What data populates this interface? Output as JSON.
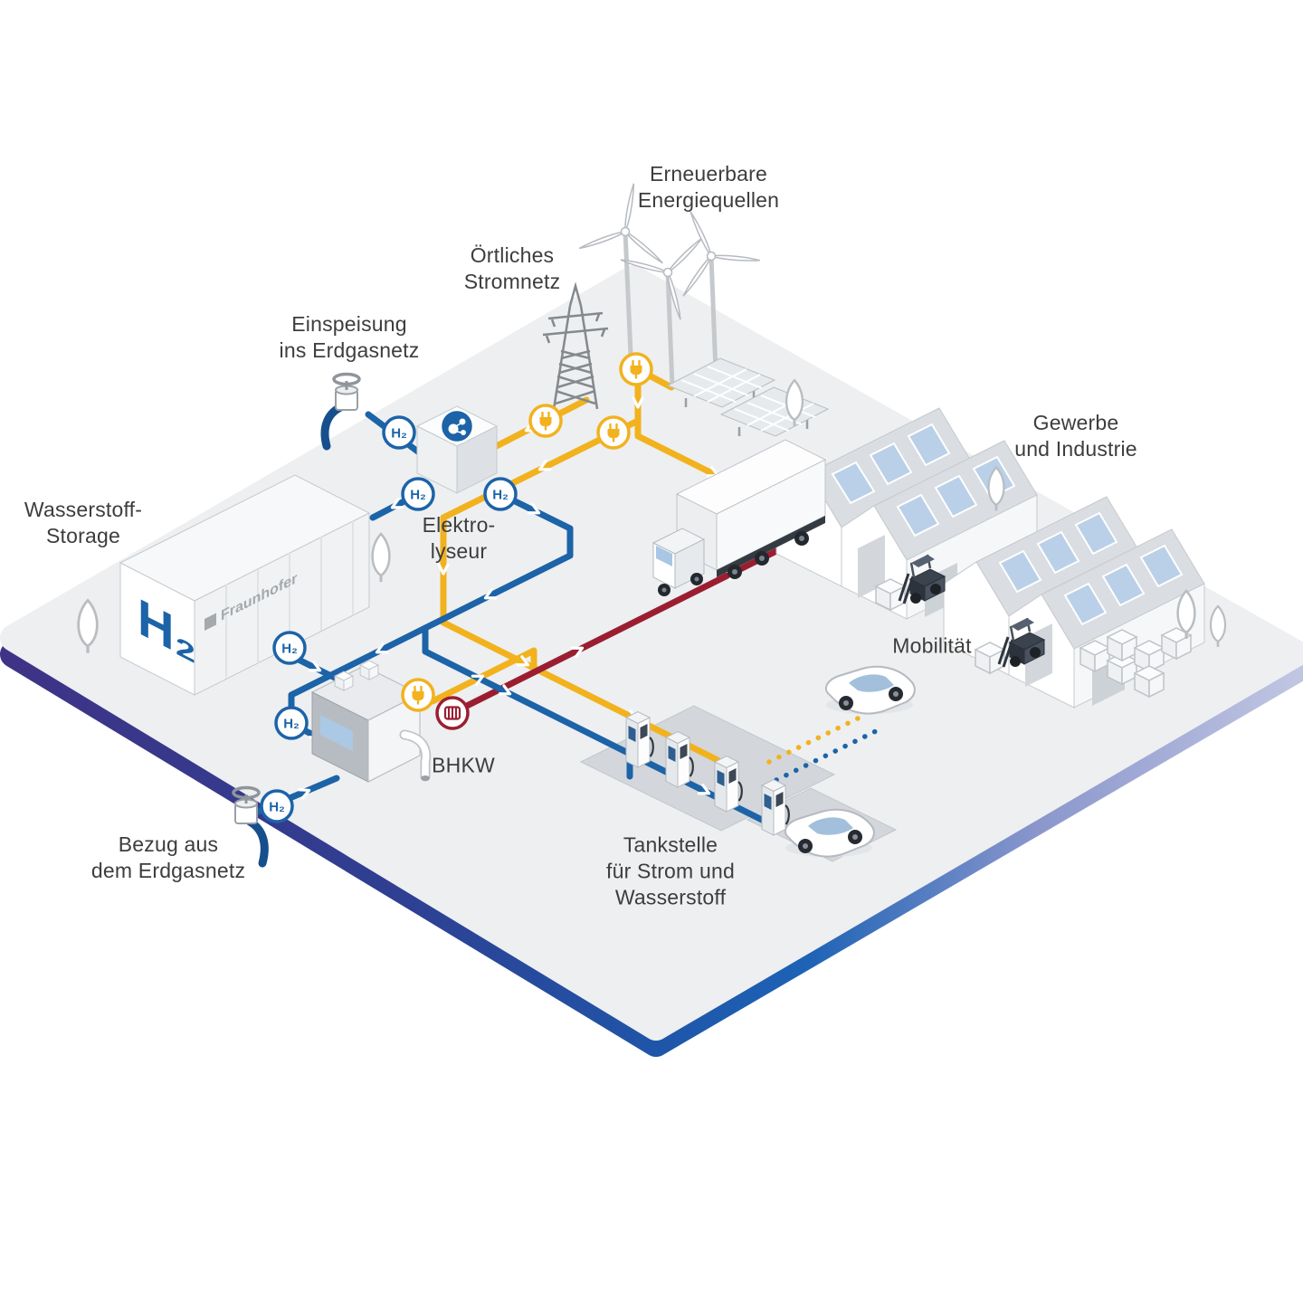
{
  "diagram": {
    "labels": {
      "renewables": "Erneuerbare\nEnergiequellen",
      "local_grid": "Örtliches\nStromnetz",
      "gas_feed_in": "Einspeisung\nins Erdgasnetz",
      "h2_storage": "Wasserstoff-\nStorage",
      "electrolyser": "Elektro-\nlyseur",
      "industry": "Gewerbe\nund Industrie",
      "mobility": "Mobilität",
      "chp": "BHKW",
      "gas_supply": "Bezug aus\ndem Erdgasnetz",
      "fuel_station": "Tankstelle\nfür Strom und\nWasserstoff"
    },
    "badges": {
      "h2": "H₂"
    },
    "brand": {
      "fraunhofer": "Fraunhofer"
    },
    "icons": {
      "electricity": "plug-icon",
      "heat": "radiator-icon",
      "hydrogen": "h2-badge",
      "electrolysis": "molecule-icon"
    },
    "colors": {
      "electricity": "#f2b21e",
      "hydrogen": "#1c63a8",
      "heat": "#9b1e30",
      "platform": "#edeff1",
      "edge_left": "#3e3386",
      "edge_bottom": "#1e63b6",
      "edge_right": "#c0c5e2",
      "skylight": "#b9d0e8",
      "text": "#3d3d3c"
    }
  }
}
